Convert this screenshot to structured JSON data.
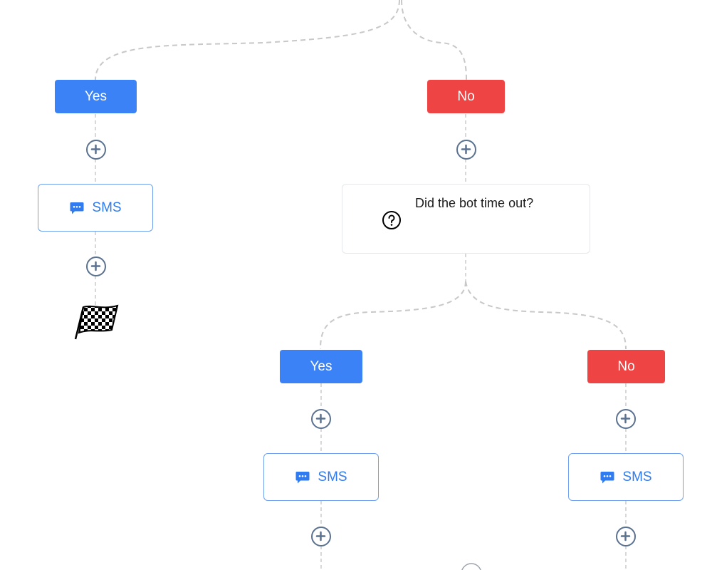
{
  "flow": {
    "root_branches": {
      "yes_label": "Yes",
      "no_label": "No"
    },
    "yes_path": {
      "action_label": "SMS",
      "action_icon": "chat-bubble-icon",
      "end_icon": "checkered-flag-icon"
    },
    "no_path": {
      "condition": {
        "text": "Did the bot time out?",
        "icon": "question-circle-icon"
      },
      "branches": {
        "yes_label": "Yes",
        "no_label": "No"
      },
      "yes_action_label": "SMS",
      "no_action_label": "SMS"
    },
    "add_step_icon": "plus-circle-icon"
  },
  "colors": {
    "yes": "#3b82f6",
    "no": "#ef4444",
    "sms_border": "#6fa1ef",
    "sms_text": "#2f7bef",
    "add_button": "#5a7190",
    "connector": "#c8c8c8"
  }
}
